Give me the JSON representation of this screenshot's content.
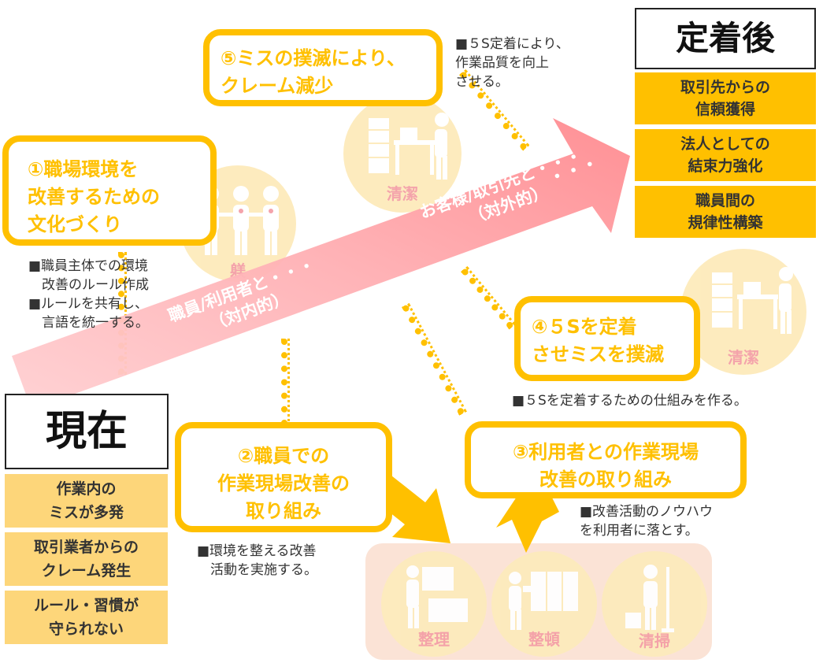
{
  "current": {
    "title": "現在",
    "items": [
      "作業内の\nミスが多発",
      "取引業者からの\nクレーム発生",
      "ルール・習慣が\n守られない"
    ]
  },
  "after": {
    "title": "定着後",
    "items": [
      "取引先からの\n信頼獲得",
      "法人としての\n結束力強化",
      "職員間の\n規律性構築"
    ]
  },
  "arrow": {
    "inner_label": "職員/利用者と・・・\n（対内的）",
    "outer_label": "お客様/取引先と・・・\n（対外的）"
  },
  "steps": {
    "s1": "①職場環境を\n改善するための\n文化づくり",
    "s2": "②職員での\n作業現場改善の\n取り組み",
    "s3": "③利用者との作業現場\n改善の取り組み",
    "s4": "④５Sを定着\nさせミスを撲滅",
    "s5": "⑤ミスの撲滅により、\nクレーム減少"
  },
  "notes": {
    "n1": "■職員主体での環境\n　改善のルール作成\n■ルールを共有し、\n　言語を統一する。",
    "n2": "■環境を整える改善\n　活動を実施する。",
    "n3": "■改善活動のノウハウ\nを利用者に落とす。",
    "n4": "■５Sを定着するための仕組みを作る。",
    "n5": "■５S定着により、\n作業品質を向上\nさせる。"
  },
  "circles": {
    "shitsuke": "躾",
    "seiketsu_top": "清潔",
    "seiketsu_right": "清潔",
    "seiri": "整理",
    "seiton": "整頓",
    "seisou": "清掃"
  },
  "icons": [
    "people-holding-hands-icon",
    "desk-worker-icon",
    "sorting-boxes-icon",
    "arranging-shelves-icon",
    "cleaning-mop-icon"
  ],
  "colors": {
    "accent": "#ffc000",
    "arrow_pink": "#ff8a8f",
    "circle": "#fdebbc",
    "circle_label": "#f4a0a8"
  }
}
